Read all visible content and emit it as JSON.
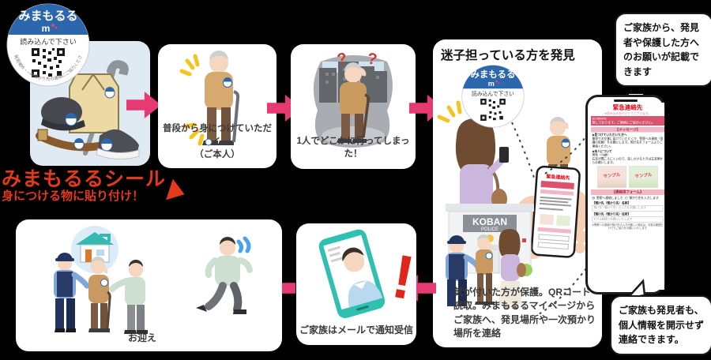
{
  "colors": {
    "background": "#000000",
    "accent_pink": "#e63a72",
    "alert_red": "#e5391d",
    "brand_blue": "#2c67ae",
    "teal": "#2fc0b2",
    "panel_blue": "#dfeaf2"
  },
  "badge": {
    "brand": "みまもるる",
    "scan_label": "読み込んで下さい",
    "ring_note": "発見場所・一時預かり先の連絡にご協力ください"
  },
  "tagline": {
    "line1": "みまもるるシール",
    "line2": "身につける物に貼り付け！"
  },
  "steps": {
    "step2": {
      "caption": "普段から身につけていただく",
      "caption2": "（ご本人）"
    },
    "step3": {
      "caption": "1人でどこかに行ってしまった！"
    },
    "step4": {
      "title": "迷子担っている方を発見",
      "caption": "気が付いた方が保護。QRコード読取。みまもるるマイページからご家族へ、発見場所や一次預かり場所を連絡"
    },
    "step5": {
      "caption": "ご家族はメールで通知受信"
    },
    "step6": {
      "caption": "お迎え"
    }
  },
  "koban": {
    "sign_top": "KOBAN",
    "sign_bottom": "POLICE"
  },
  "bubbles": {
    "top": "ご家族から、発見者や保護した方へのお願いが記載できます",
    "bottom": "ご家族も発見者も、個人情報を開示せず連絡できます。"
  },
  "phone": {
    "header": "緊急連絡先",
    "thanks": "※読み込みありがとうございます。",
    "id_line": "ID:000491",
    "plea_line": "探しております。ご連絡にご協力ください。",
    "message_label": "【メッセージ】",
    "finder_title": "◆見つけていただいた方へ",
    "finder_body": "最寄りの交番に届けていただくか、警察への連絡（保護の依頼）をお願いします。預け先をフォームよりご連絡ください。",
    "person_title": "◆本人について",
    "person_line1": "男性（78歳）",
    "person_line2": "右耳が聞こえにくいので、話しかけるときは左耳側からお願いします。",
    "photo_watermark": "サンプル",
    "form_label": "【連絡用フォーム】",
    "radio_option1": "警察へ連絡しました",
    "radio_option2": "預かり先を入力します",
    "field1_label": "【預け先（預かり先）名称】",
    "field1_placeholder": "預け先（預かり先）の入力をお願いします",
    "field2_label": "【預け先（預かり先）住所】",
    "field2_placeholder": "わかる範囲でお願いいたします",
    "footer_note": "※警察への連絡や預け先の入力が難しい場合は、可能な範囲だけでもご協力をお願いいたします"
  }
}
